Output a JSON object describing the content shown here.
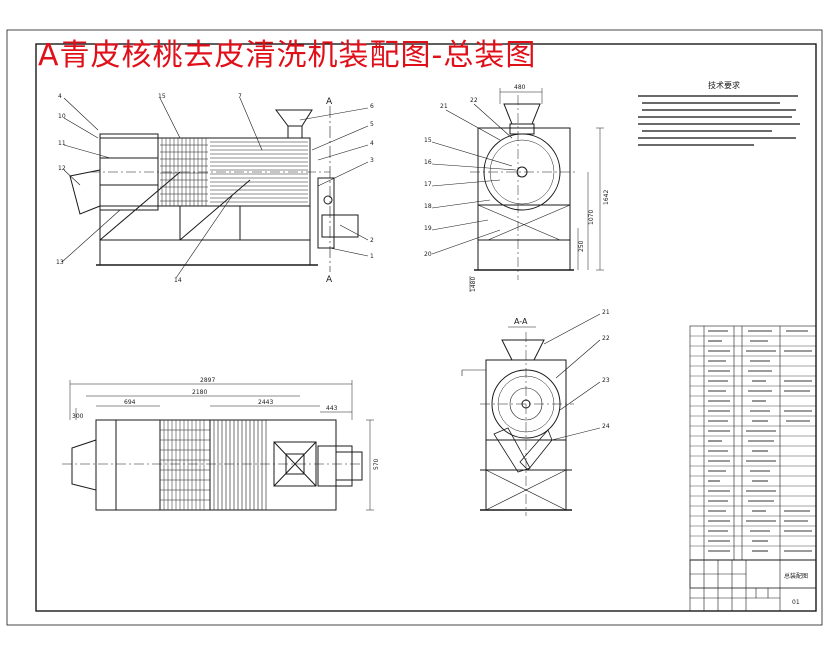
{
  "title": "A青皮核桃去皮清洗机装配图-总装图",
  "section_label_top": "A",
  "section_label_bottom": "A",
  "section_view_label": "A-A",
  "tech_req": {
    "heading": "技术要求"
  },
  "front_view": {
    "callouts": [
      "4",
      "10",
      "11",
      "12",
      "13",
      "14",
      "15",
      "7",
      "6",
      "5",
      "4",
      "3",
      "2",
      "1"
    ]
  },
  "side_view": {
    "callouts": [
      "15",
      "16",
      "17",
      "18",
      "19",
      "20",
      "21",
      "22"
    ],
    "dims": [
      "480",
      "1642",
      "1070",
      "250",
      "1480"
    ]
  },
  "plan_view": {
    "dims": [
      "2897",
      "2180",
      "694",
      "2443",
      "443",
      "570",
      "300"
    ]
  },
  "section_view": {
    "callouts": [
      "21",
      "22",
      "23",
      "24"
    ]
  },
  "title_block": {
    "drawing_name": "总装配图",
    "sheet_no": "01"
  },
  "colors": {
    "title": "#e0101a",
    "line": "#1a1a1a"
  }
}
